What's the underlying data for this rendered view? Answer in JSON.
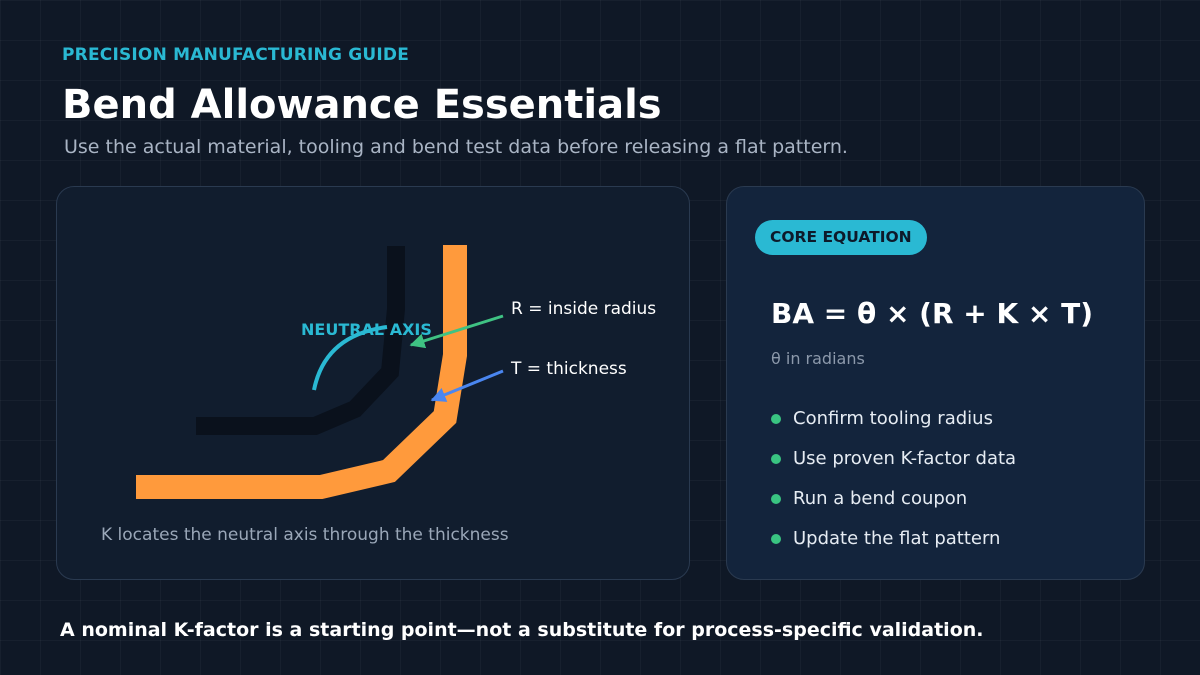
{
  "header": {
    "eyebrow": "PRECISION MANUFACTURING GUIDE",
    "title": "Bend Allowance Essentials",
    "subtitle": "Use the actual material, tooling and bend test data before releasing a flat pattern."
  },
  "diagram": {
    "neutral_axis_label": "NEUTRAL AXIS",
    "radius_label": "R = inside radius",
    "thickness_label": "T = thickness",
    "caption": "K locates the neutral axis through the thickness",
    "colors": {
      "part": "#ff9a3c",
      "shadow": "#0a111c",
      "neutral_axis": "#2ab9d3",
      "radius_arrow": "#3fc283",
      "thickness_arrow": "#4a86f0"
    }
  },
  "equation_card": {
    "badge": "CORE EQUATION",
    "equation": "BA = θ × (R + K × T)",
    "note": "θ in radians",
    "checklist": [
      "Confirm tooling radius",
      "Use proven K-factor data",
      "Run a bend coupon",
      "Update the flat pattern"
    ]
  },
  "footer": {
    "text": "A nominal K-factor is a starting point—not a substitute for process-specific validation."
  }
}
